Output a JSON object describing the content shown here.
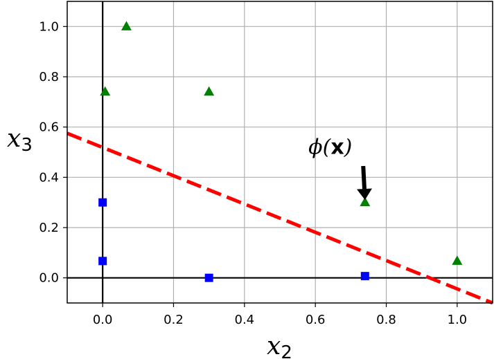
{
  "chart_data": {
    "type": "scatter",
    "xlabel": "x",
    "xlabel_sub": "2",
    "ylabel": "x",
    "ylabel_sub": "3",
    "xlim": [
      -0.1,
      1.1
    ],
    "ylim": [
      -0.1,
      1.1
    ],
    "grid": true,
    "x_ticks": [
      0.0,
      0.2,
      0.4,
      0.6,
      0.8,
      1.0
    ],
    "x_tick_labels": [
      "0.0",
      "0.2",
      "0.4",
      "0.6",
      "0.8",
      "1.0"
    ],
    "y_ticks": [
      0.0,
      0.2,
      0.4,
      0.6,
      0.8,
      1.0
    ],
    "y_tick_labels": [
      "0.0",
      "0.2",
      "0.4",
      "0.6",
      "0.8",
      "1.0"
    ],
    "series": [
      {
        "marker": "square",
        "color": "#0000ff",
        "points": [
          {
            "x": 0.0,
            "y": 0.3
          },
          {
            "x": 0.0,
            "y": 0.067
          },
          {
            "x": 0.3,
            "y": 0.0
          },
          {
            "x": 0.74,
            "y": 0.007
          }
        ]
      },
      {
        "marker": "triangle",
        "color": "#008000",
        "points": [
          {
            "x": 0.067,
            "y": 1.0
          },
          {
            "x": 0.007,
            "y": 0.74
          },
          {
            "x": 0.3,
            "y": 0.74
          },
          {
            "x": 0.74,
            "y": 0.3
          },
          {
            "x": 1.0,
            "y": 0.067
          }
        ]
      }
    ],
    "decision_boundary": {
      "style": "dashed",
      "color": "#ff0000",
      "from": {
        "x": -0.1,
        "y": 0.575
      },
      "to": {
        "x": 1.1,
        "y": -0.1
      }
    },
    "axis_lines_at_zero": true,
    "annotation": {
      "text_prefix": "ϕ(",
      "text_bold": "x",
      "text_suffix": ")",
      "text_at": {
        "x": 0.6,
        "y": 0.52
      },
      "arrow_from": {
        "x": 0.735,
        "y": 0.445
      },
      "arrow_to": {
        "x": 0.74,
        "y": 0.31
      }
    }
  }
}
